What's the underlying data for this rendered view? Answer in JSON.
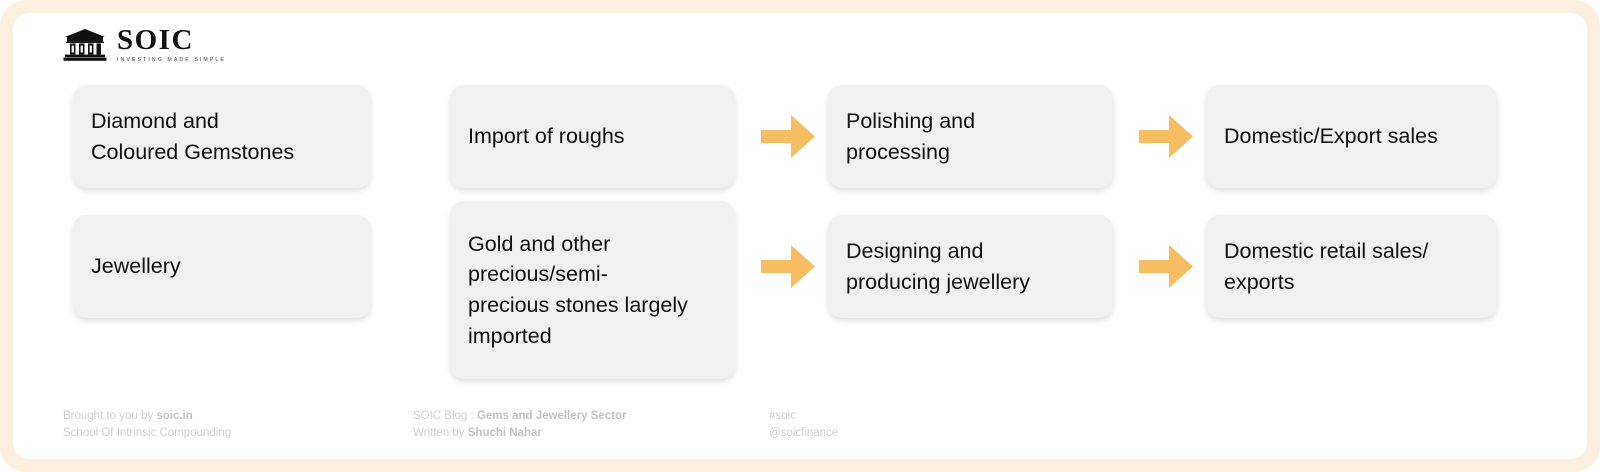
{
  "brand": {
    "name": "SOIC",
    "tagline": "INVESTING MADE SIMPLE",
    "logo_icon": "bank-building-icon"
  },
  "colors": {
    "frame": "#fbefdf",
    "canvas": "#ffffff",
    "node_fill": "#f0f0f0",
    "node_text": "#111111",
    "arrow": "#f5b košer"
  },
  "flow": {
    "rows": [
      {
        "id": "diamond-and-coloured-gemstones",
        "nodes": [
          {
            "label": "Diamond and\nColoured Gemstones"
          },
          {
            "label": "Import of roughs"
          },
          {
            "label": "Polishing and\nprocessing"
          },
          {
            "label": "Domestic/Export sales"
          }
        ],
        "arrows": [
          "arrow-right-icon",
          "arrow-right-icon"
        ]
      },
      {
        "id": "jewellery",
        "nodes": [
          {
            "label": "Jewellery"
          },
          {
            "label": "Gold and other\nprecious/semi-\nprecious stones largely\nimported"
          },
          {
            "label": "Designing and\nproducing jewellery"
          },
          {
            "label": "Domestic retail sales/\nexports"
          }
        ],
        "arrows": [
          "arrow-right-icon",
          "arrow-right-icon"
        ]
      }
    ]
  },
  "footer": {
    "left": {
      "line1_prefix": "Brought to you by ",
      "line1_strong": "soic.in",
      "line2": "School Of Intrinsic Compounding"
    },
    "middle": {
      "line1_prefix": "SOIC Blog : ",
      "line1_strong": "Gems and Jewellery Sector",
      "line2_prefix": "Written by ",
      "line2_strong": "Shuchi Nahar"
    },
    "right": {
      "line1": "#soic",
      "line2": "@soicfinance"
    }
  }
}
